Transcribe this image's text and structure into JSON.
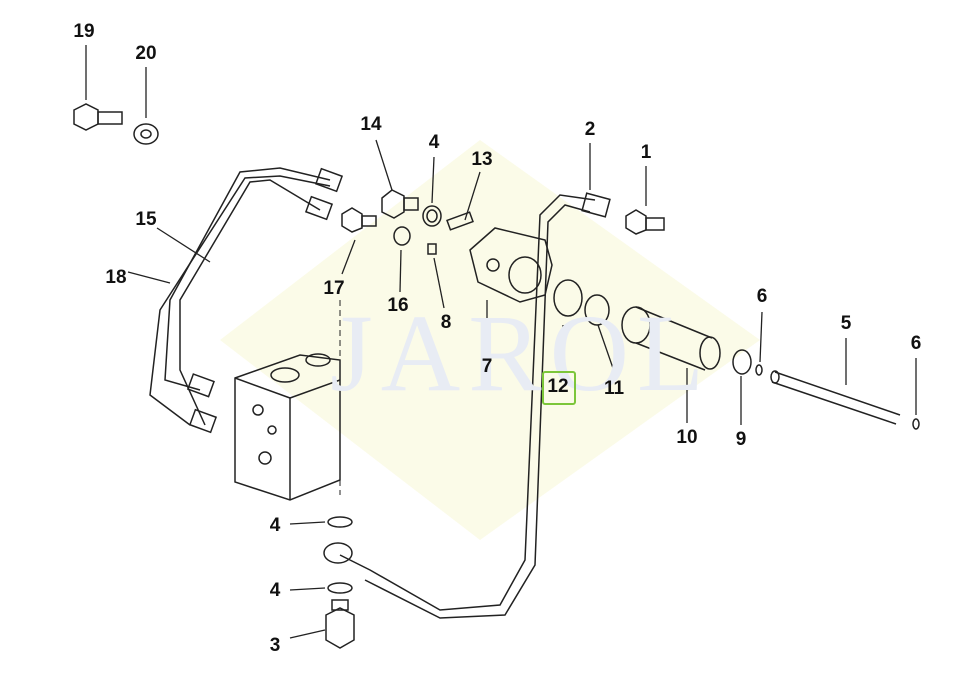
{
  "watermark": "JAROL",
  "highlight_color": "#7cc63a",
  "highlighted_part": "12",
  "callouts": [
    "19",
    "20",
    "14",
    "4",
    "13",
    "2",
    "1",
    "15",
    "18",
    "17",
    "16",
    "8",
    "7",
    "12",
    "11",
    "6",
    "5",
    "6",
    "10",
    "9",
    "4",
    "4",
    "3"
  ]
}
